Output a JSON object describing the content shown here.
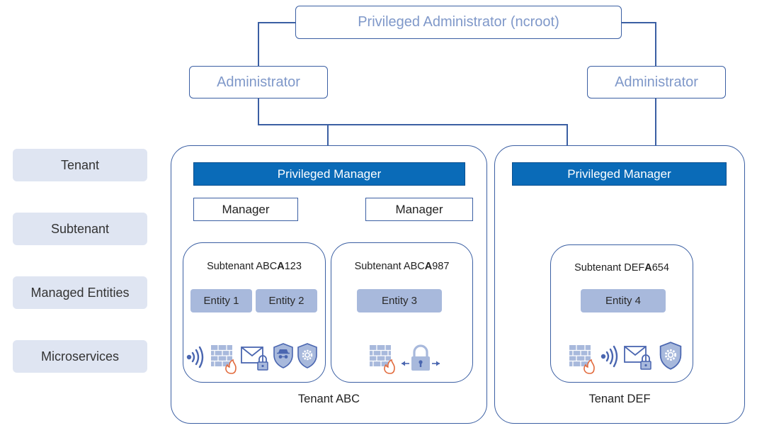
{
  "admins": {
    "privileged": "Privileged Administrator (ncroot)",
    "left": "Administrator",
    "right": "Administrator"
  },
  "levels": [
    "Tenant",
    "Subtenant",
    "Managed Entities",
    "Microservices"
  ],
  "tenants": [
    {
      "label": "Tenant ABC",
      "privileged_manager": "Privileged Manager",
      "managers": [
        "Manager",
        "Manager"
      ],
      "subtenants": [
        {
          "prefix": "Subtenant ABC",
          "bold": "A",
          "suffix": "123",
          "entities": [
            "Entity 1",
            "Entity 2"
          ],
          "microservices": [
            "wifi-icon",
            "firewall-icon",
            "mail-lock-icon",
            "spy-shield-icon",
            "gear-shield-icon"
          ]
        },
        {
          "prefix": "Subtenant ABC",
          "bold": "A",
          "suffix": "987",
          "entities": [
            "Entity 3"
          ],
          "microservices": [
            "firewall-icon",
            "lock-arrows-icon"
          ]
        }
      ]
    },
    {
      "label": "Tenant DEF",
      "privileged_manager": "Privileged Manager",
      "subtenants": [
        {
          "prefix": "Subtenant DEF",
          "bold": "A",
          "suffix": "654",
          "entities": [
            "Entity 4"
          ],
          "microservices": [
            "firewall-icon",
            "wifi-icon",
            "mail-lock-icon",
            "gear-shield-icon"
          ]
        }
      ]
    }
  ],
  "colors": {
    "line_dark": "#3b5fa3",
    "line_light": "#9fb0cf",
    "privileged_manager_fill": "#0a6bb8",
    "entity_fill": "#a8b9dc",
    "level_fill": "#dfe5f2",
    "admin_text": "#7f98c9"
  }
}
